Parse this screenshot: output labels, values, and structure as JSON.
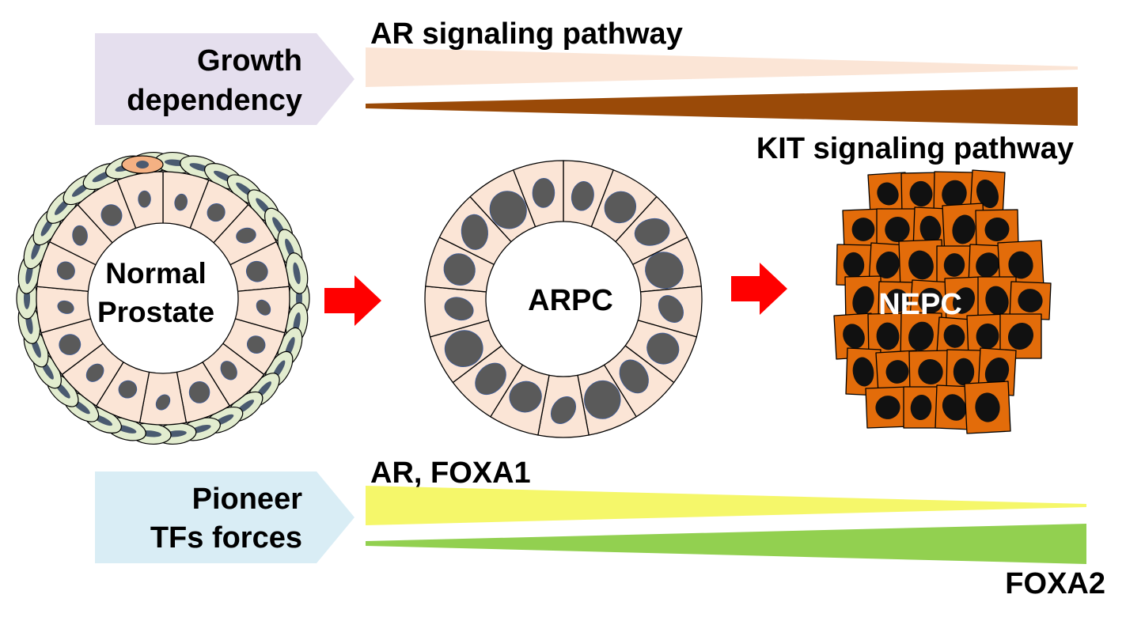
{
  "growth_box": {
    "line1": "Growth",
    "line2": "dependency",
    "fill": "#e5dfee"
  },
  "ar_pathway": {
    "label": "AR signaling pathway",
    "color": "#fbe5d6"
  },
  "kit_pathway": {
    "label": "KIT signaling pathway",
    "color": "#9a4a08"
  },
  "normal": {
    "label_line1": "Normal",
    "label_line2": "Prostate",
    "cell_fill": "#fbe5d6",
    "basal_fill": "#e2eccf",
    "nucleus": "#5a5a5a"
  },
  "arpc": {
    "label": "ARPC",
    "cell_fill": "#fbe5d6",
    "nucleus": "#5a5a5a"
  },
  "nepc": {
    "label": "NEPC",
    "cell_fill": "#e36c0a",
    "nucleus": "#111111"
  },
  "arrow_color": "#ff0000",
  "pioneer_box": {
    "line1": "Pioneer",
    "line2": "TFs forces",
    "fill": "#d9edf5"
  },
  "foxa1": {
    "label": "AR, FOXA1",
    "color": "#f5f76a"
  },
  "foxa2": {
    "label": "FOXA2",
    "color": "#92d050"
  }
}
